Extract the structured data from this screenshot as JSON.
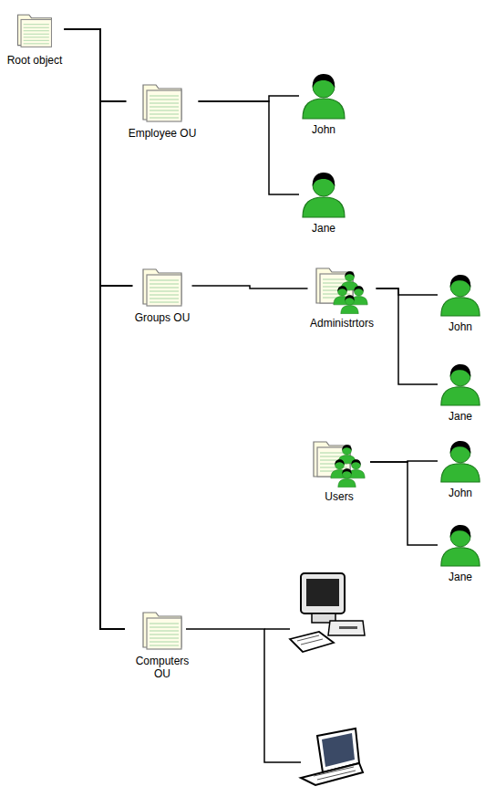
{
  "diagram": {
    "nodes": [
      {
        "text": [
          "Root object"
        ]
      },
      {
        "text": [
          "Employee OU"
        ]
      },
      {
        "text": [
          "John"
        ]
      },
      {
        "text": [
          "Jane"
        ]
      },
      {
        "text": [
          "Groups OU"
        ]
      },
      {
        "text": [
          "Administrtors"
        ]
      },
      {
        "text": [
          "John"
        ]
      },
      {
        "text": [
          "Jane"
        ]
      },
      {
        "text": [
          "Users"
        ]
      },
      {
        "text": [
          "John"
        ]
      },
      {
        "text": [
          "Jane"
        ]
      },
      {
        "text": [
          "Computers OU"
        ]
      }
    ],
    "edges": [
      {
        "from": 0,
        "to": 1,
        "arrow": "none"
      },
      {
        "from": 0,
        "to": 4,
        "arrow": "none"
      },
      {
        "from": 0,
        "to": 11,
        "arrow": "none"
      },
      {
        "from": 1,
        "to": 2,
        "arrow": "none"
      },
      {
        "from": 1,
        "to": 3,
        "arrow": "none"
      },
      {
        "from": 4,
        "to": 5,
        "arrow": "none"
      },
      {
        "from": 5,
        "to": 6,
        "arrow": "none"
      },
      {
        "from": 5,
        "to": 7,
        "arrow": "none"
      },
      {
        "from": 8,
        "to": 9,
        "arrow": "none"
      },
      {
        "from": 8,
        "to": 10,
        "arrow": "none"
      }
    ]
  }
}
